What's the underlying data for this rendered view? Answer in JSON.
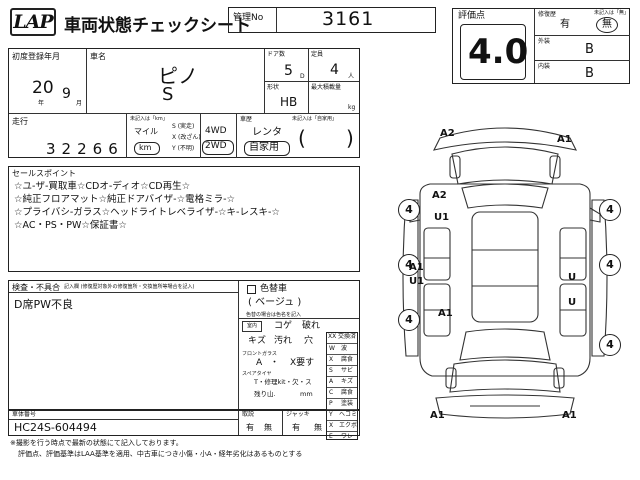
{
  "header": {
    "logo": "LAP",
    "title": "車両状態チェックシート",
    "mgmt_label": "管理No",
    "mgmt_no": "3161"
  },
  "rating": {
    "score_label": "評価点",
    "score": "4.0",
    "repair_label": "修復歴",
    "repair_yes": "有",
    "repair_no": "無",
    "unrecorded_note": "未記入は「無」",
    "exterior_label": "外装",
    "exterior": "B",
    "interior_label": "内装",
    "interior": "B"
  },
  "vehicle": {
    "reg_label": "初度登録年月",
    "year": "20",
    "year_unit": "年",
    "month": "9",
    "month_unit": "月",
    "name_label": "車名",
    "name": "ピノ",
    "grade": "S",
    "doors_label": "ドア数",
    "doors": "5",
    "door_unit": "D",
    "capacity_label": "定員",
    "capacity": "4",
    "capacity_unit": "人",
    "shape_label": "形状",
    "shape": "HB",
    "max_load_label": "最大積載量",
    "max_load_unit": "kg"
  },
  "mileage": {
    "label": "走行",
    "digits": [
      "3",
      "2",
      "2",
      "6",
      "6"
    ],
    "unit_note": "未記入は「km」",
    "mile": "マイル",
    "km": "km",
    "status": [
      "S (実走)",
      "X (改ざん)",
      "Y (不明)"
    ],
    "wd_4": "4WD",
    "wd_2": "2WD",
    "use_label": "車歴",
    "use_note": "未記入は「自家用」",
    "rental": "レンタ",
    "private": "自家用",
    "paren_open": "(",
    "paren_close": ")"
  },
  "sales_points": {
    "label": "セールスポイント",
    "lines": [
      "☆ユ-ザ-買取車☆CDオ-ディオ☆CD再生☆",
      "☆純正フロアマット☆純正ドアバイザ-☆電格ミラ-☆",
      "☆プライバシ-ガラス☆ヘッドライトレベライザ-☆キ-レスキ-☆",
      "☆AC・PS・PW☆保証書☆"
    ]
  },
  "inspection": {
    "label": "検査・不具合",
    "note": "記入欄 (修復歴対象外の修復箇所・交換箇所等場合を記入)",
    "content": "D席PW不良",
    "repaint_label": "色替車",
    "repaint_value": "( ベージュ )",
    "repaint_note": "色替の場合は色名を記入",
    "interior_label": "室内",
    "dirt_terms": [
      "コゲ",
      "破れ",
      "キズ",
      "汚れ",
      "穴"
    ],
    "frontglass_label": "フロントガラス",
    "frontglass": [
      "A",
      "・",
      "X要す"
    ],
    "spare_label": "スペアタイヤ",
    "spare_items": [
      "T・修理kit・欠・ス",
      "残り山."
    ],
    "spare_unit": "mm",
    "chassis_label": "車体番号",
    "chassis_no": "HC24S-604494",
    "tools_label": "取説",
    "tools": [
      "有",
      "無"
    ],
    "jack_label": "ジャッキ",
    "jack": [
      "有",
      "無"
    ]
  },
  "legend": [
    [
      "XX",
      "交換済"
    ],
    [
      "W",
      "波"
    ],
    [
      "X",
      "腐食"
    ],
    [
      "S",
      "サビ"
    ],
    [
      "A",
      "キズ"
    ],
    [
      "C",
      "腐食"
    ],
    [
      "P",
      "塗装"
    ],
    [
      "Y",
      "ヘコミ"
    ],
    [
      "X",
      "エクボ"
    ],
    [
      "E",
      "ワレ"
    ]
  ],
  "diagram_marks": [
    "A2",
    "A1",
    "A2",
    "U1",
    "A1",
    "U1",
    "U",
    "A1",
    "U",
    "A1",
    "A1"
  ],
  "tire_marks": [
    "4",
    "4",
    "4",
    "4",
    "4",
    "4"
  ],
  "footer": {
    "note1": "※撮影を行う時点で最新の状態にて記入しております。",
    "note2": "評価点、評価基準はLAA基準を適用、中古車につき小傷・小A・経年劣化はあるものとする"
  }
}
